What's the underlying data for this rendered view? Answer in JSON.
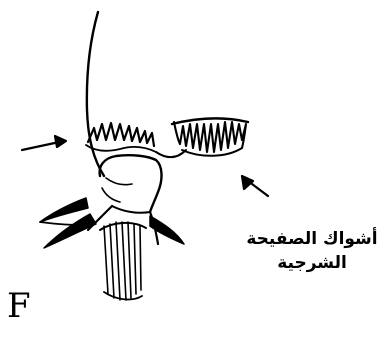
{
  "figure": {
    "panel_letter": "F",
    "label_line1": "أشواك الصفيحة",
    "label_line2": "الشرجية",
    "ink_color": "#000000",
    "background_color": "#ffffff"
  }
}
